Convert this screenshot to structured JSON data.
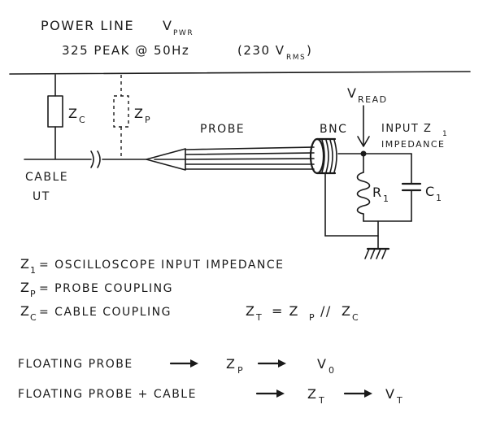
{
  "header": {
    "title": "POWER LINE",
    "vpwr_main": "V",
    "vpwr_sub": "PWR",
    "spec": "325 PEAK @ 50Hz",
    "rms_open": "(230 V",
    "rms_sub": "RMS",
    "rms_close": ")"
  },
  "circuit": {
    "zc_label": "Z",
    "zc_sub": "C",
    "zp_label": "Z",
    "zp_sub": "P",
    "probe_label": "PROBE",
    "bnc_label": "BNC",
    "vread_main": "V",
    "vread_sub": "READ",
    "input_label_1": "INPUT Z",
    "input_label_1_sub": "1",
    "input_label_2": "IMPEDANCE",
    "r1_label": "R",
    "r1_sub": "1",
    "c1_label": "C",
    "c1_sub": "1",
    "cable_label_1": "CABLE",
    "cable_label_2": "UT"
  },
  "legend": [
    {
      "sym": "Z",
      "sub": "1",
      "text": "= OSCILLOSCOPE INPUT IMPEDANCE"
    },
    {
      "sym": "Z",
      "sub": "P",
      "text": "= PROBE COUPLING"
    },
    {
      "sym": "Z",
      "sub": "C",
      "text": "= CABLE COUPLING"
    }
  ],
  "formula": {
    "lhs": "Z",
    "lhs_sub": "T",
    "eq": "= Z",
    "p_sub": "P",
    "par": "//",
    "rhs": "Z",
    "rhs_sub": "C"
  },
  "cases": [
    {
      "text": "FLOATING PROBE",
      "mid": "Z",
      "mid_sub": "P",
      "out": "V",
      "out_sub": "0"
    },
    {
      "text": "FLOATING PROBE + CABLE",
      "mid": "Z",
      "mid_sub": "T",
      "out": "V",
      "out_sub": "T"
    }
  ]
}
